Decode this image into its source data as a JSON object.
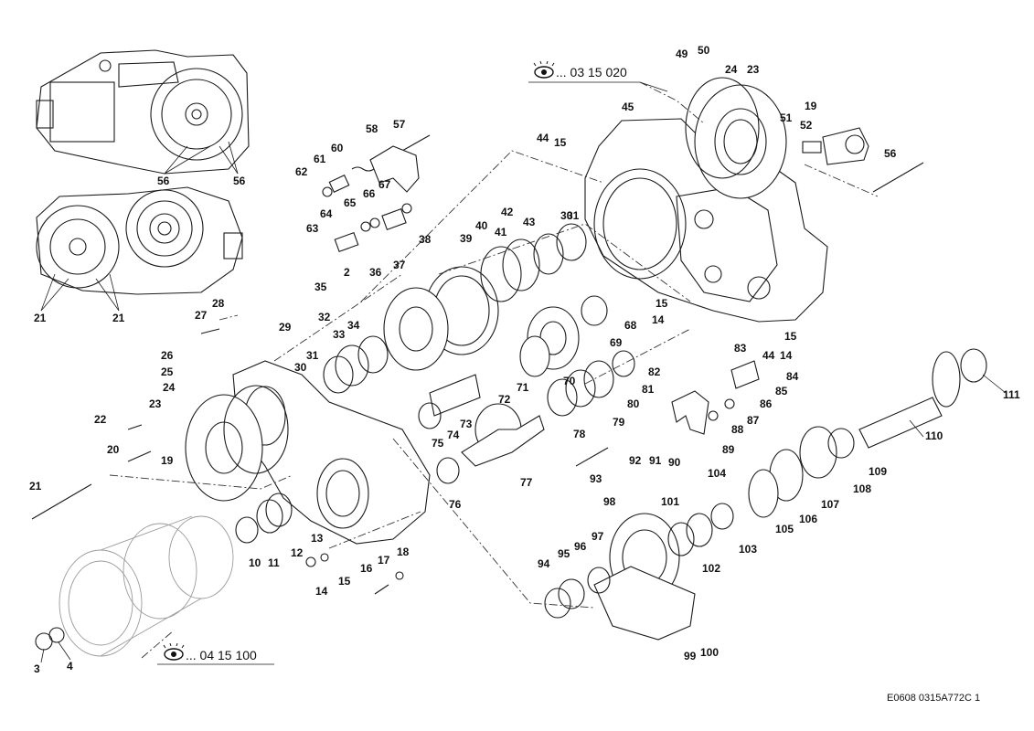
{
  "references": [
    {
      "id": "ref-031520",
      "text": "... 03 15 020",
      "icon": "eye-icon"
    },
    {
      "id": "ref-041510",
      "text": "... 04 15 100",
      "icon": "eye-icon"
    }
  ],
  "figure_code": "E0608 0315A772C 1",
  "callouts": [
    "2",
    "3",
    "4",
    "10",
    "11",
    "12",
    "13",
    "14",
    "14",
    "14",
    "15",
    "15",
    "15",
    "15",
    "16",
    "17",
    "18",
    "19",
    "19",
    "20",
    "21",
    "21",
    "21",
    "22",
    "23",
    "23",
    "24",
    "24",
    "25",
    "26",
    "27",
    "28",
    "29",
    "30",
    "30",
    "31",
    "31",
    "32",
    "33",
    "34",
    "35",
    "36",
    "37",
    "38",
    "39",
    "40",
    "41",
    "42",
    "43",
    "44",
    "44",
    "45",
    "49",
    "50",
    "51",
    "52",
    "56",
    "56",
    "56",
    "57",
    "58",
    "60",
    "61",
    "62",
    "63",
    "64",
    "65",
    "66",
    "67",
    "68",
    "69",
    "70",
    "71",
    "72",
    "73",
    "74",
    "75",
    "76",
    "77",
    "78",
    "79",
    "80",
    "81",
    "82",
    "83",
    "84",
    "85",
    "86",
    "87",
    "88",
    "89",
    "90",
    "91",
    "92",
    "93",
    "94",
    "95",
    "96",
    "97",
    "98",
    "99",
    "100",
    "101",
    "102",
    "103",
    "104",
    "105",
    "106",
    "107",
    "108",
    "109",
    "110",
    "111"
  ]
}
